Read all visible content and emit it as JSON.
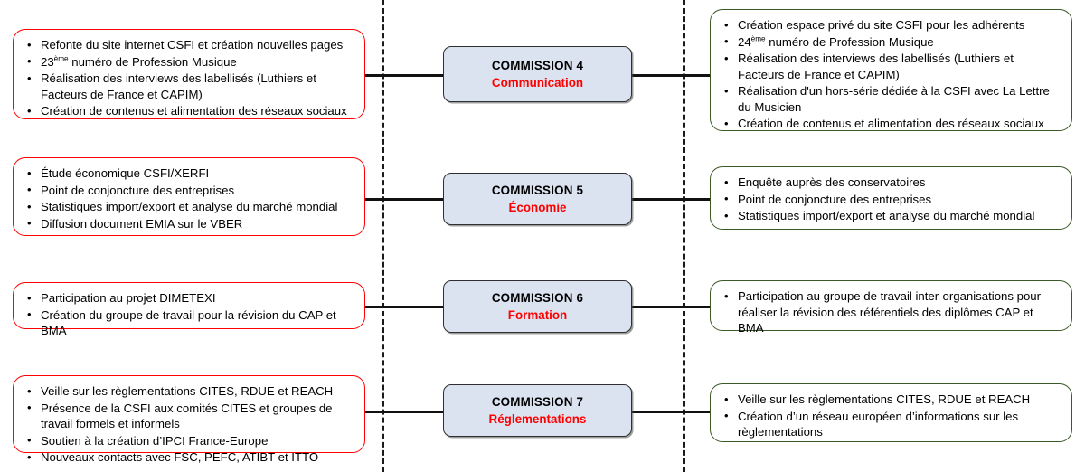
{
  "diagram": {
    "title": "CSFI commissions 4 to 7 — actions and outcomes",
    "colors": {
      "left_box_border": "#FF0000",
      "right_box_border": "#3C5A28",
      "commission_fill": "#DCE3F0",
      "commission_border": "#2F2F2F",
      "commission_name_text": "#FF0000",
      "commission_number_text": "#000000",
      "divider": "#1A1A1A",
      "connector": "#111111"
    },
    "rows": [
      {
        "id": "commission-4",
        "commission": {
          "number": "COMMISSION 4",
          "name": "Communication"
        },
        "left": {
          "bullets": [
            "Refonte du site internet CSFI et création nouvelles pages",
            "23<sup>ème</sup> numéro de Profession Musique",
            "Réalisation des interviews des labellisés (Luthiers et Facteurs de France et CAPIM)",
            "Création de contenus et alimentation des réseaux sociaux"
          ]
        },
        "right": {
          "bullets": [
            "Création espace privé du site CSFI pour les adhérents",
            "24<sup>ème</sup> numéro de Profession Musique",
            "Réalisation des interviews des labellisés (Luthiers et Facteurs de France et CAPIM)",
            "Réalisation d'un hors-série dédiée à la CSFI avec La Lettre du Musicien",
            "Création de contenus et alimentation des réseaux sociaux"
          ]
        }
      },
      {
        "id": "commission-5",
        "commission": {
          "number": "COMMISSION 5",
          "name": "Économie"
        },
        "left": {
          "bullets": [
            "Étude économique CSFI/XERFI",
            "Point de conjoncture des entreprises",
            "Statistiques import/export et analyse du marché mondial",
            "Diffusion document EMIA sur le VBER"
          ]
        },
        "right": {
          "bullets": [
            "Enquête auprès des conservatoires",
            "Point de conjoncture des entreprises",
            "Statistiques import/export et analyse du marché mondial"
          ]
        }
      },
      {
        "id": "commission-6",
        "commission": {
          "number": "COMMISSION 6",
          "name": "Formation"
        },
        "left": {
          "bullets": [
            "Participation au projet DIMETEXI",
            "Création du groupe de travail pour la révision du CAP et BMA"
          ]
        },
        "right": {
          "bullets": [
            "Participation au groupe de travail inter-organisations pour réaliser la révision des référentiels des diplômes CAP et BMA"
          ]
        }
      },
      {
        "id": "commission-7",
        "commission": {
          "number": "COMMISSION 7",
          "name": "Réglementations"
        },
        "left": {
          "bullets": [
            "Veille sur les règlementations CITES, RDUE et REACH",
            "Présence de la CSFI aux comités CITES et groupes de travail formels et informels",
            "Soutien à la création d’IPCI France-Europe",
            "Nouveaux contacts avec FSC, PEFC, ATIBT et ITTO"
          ]
        },
        "right": {
          "bullets": [
            "Veille sur les règlementations CITES, RDUE et REACH",
            "Création d’un réseau européen d’informations sur les règlementations"
          ]
        }
      }
    ]
  }
}
